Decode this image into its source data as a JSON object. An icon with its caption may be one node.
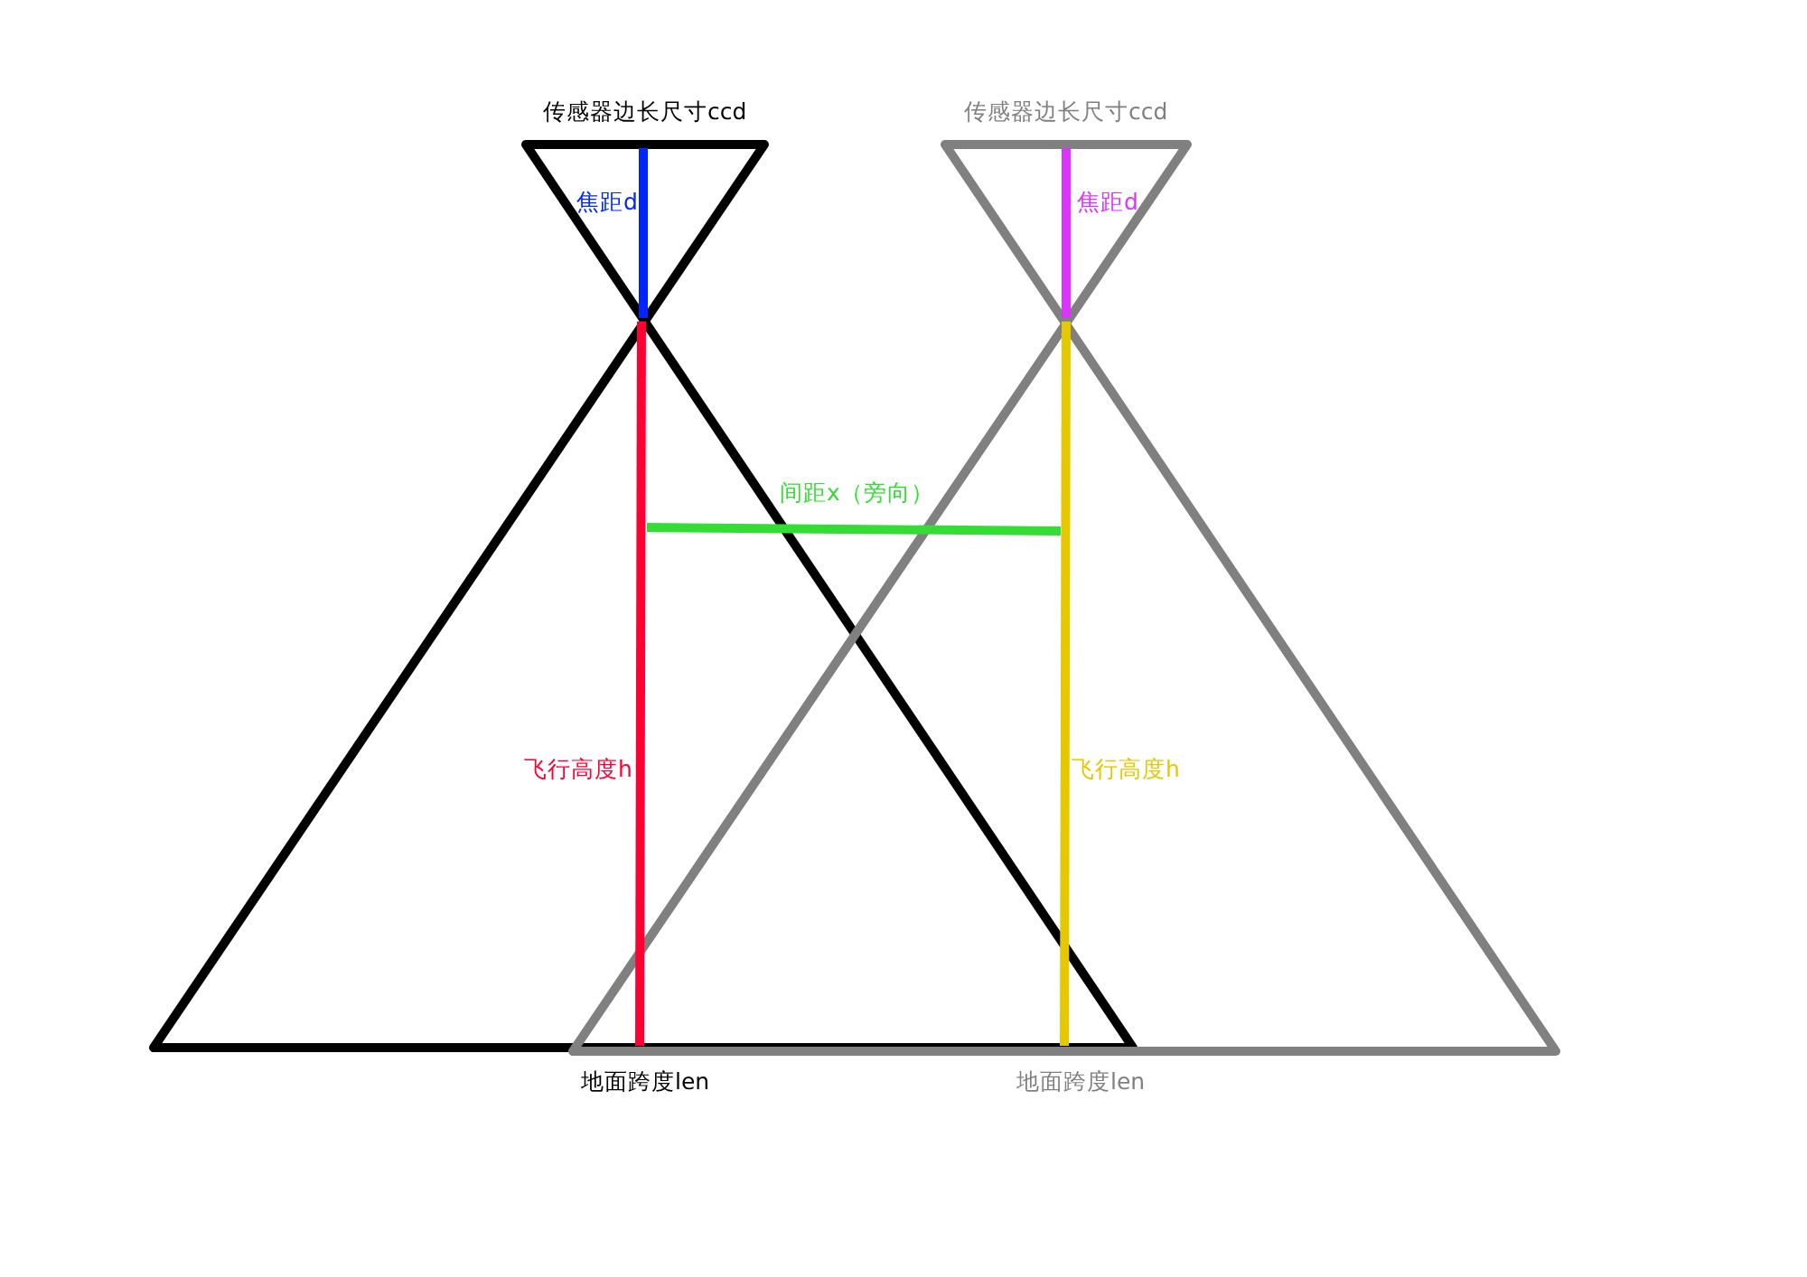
{
  "diagram": {
    "labels": [
      "传感器边长尺寸ccd",
      "传感器边长尺寸ccd",
      "焦距d",
      "焦距d",
      "间距x（旁向）",
      "飞行高度h",
      "飞行高度h",
      "地面跨度len",
      "地面跨度len"
    ]
  }
}
